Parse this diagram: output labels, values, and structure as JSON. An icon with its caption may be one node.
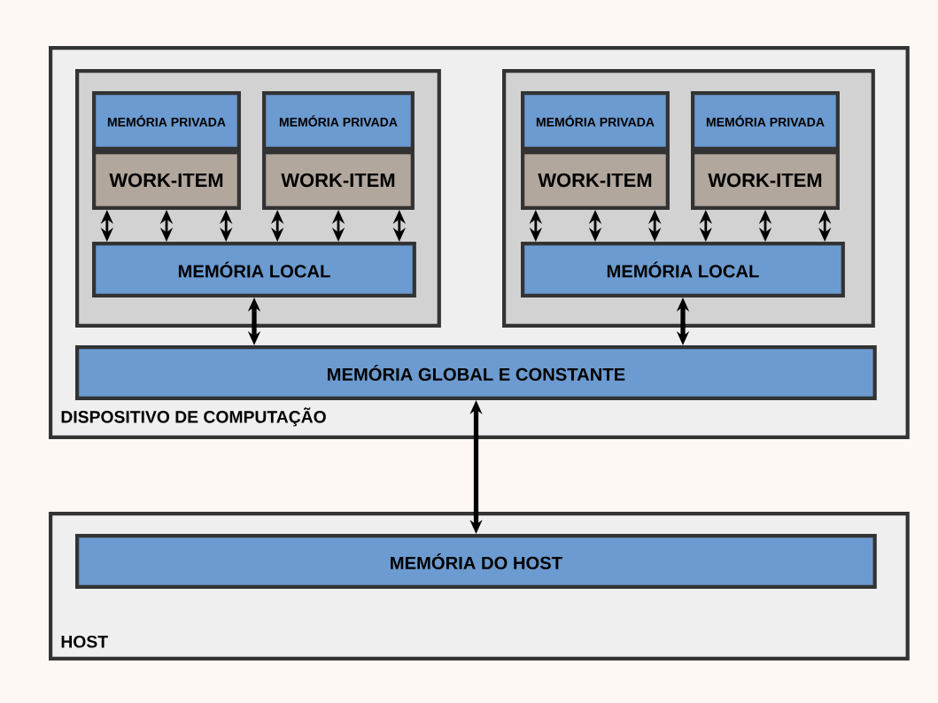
{
  "diagram": {
    "nodes": [
      {
        "text": [
          "DISPOSITIVO DE COMPUTAÇÃO"
        ]
      },
      {
        "text": [],
        "shape": "box",
        "in": 0
      },
      {
        "text": [
          "MEMÓRIA PRIVADA"
        ],
        "in": 1
      },
      {
        "text": [
          "MEMÓRIA PRIVADA"
        ],
        "in": 1
      },
      {
        "text": [
          "WORK-ITEM"
        ],
        "in": 1
      },
      {
        "text": [
          "WORK-ITEM"
        ],
        "in": 1
      },
      {
        "text": [
          "MEMÓRIA LOCAL"
        ],
        "in": 1
      },
      {
        "text": [],
        "shape": "box",
        "in": 0
      },
      {
        "text": [
          "MEMÓRIA PRIVADA"
        ],
        "in": 7
      },
      {
        "text": [
          "MEMÓRIA PRIVADA"
        ],
        "in": 7
      },
      {
        "text": [
          "WORK-ITEM"
        ],
        "in": 7
      },
      {
        "text": [
          "WORK-ITEM"
        ],
        "in": 7
      },
      {
        "text": [
          "MEMÓRIA LOCAL"
        ],
        "in": 7
      },
      {
        "text": [
          "MEMÓRIA GLOBAL E CONSTANTE"
        ],
        "in": 0
      },
      {
        "text": [
          "HOST"
        ]
      },
      {
        "text": [
          "MEMÓRIA DO HOST"
        ],
        "in": 14
      }
    ],
    "edges": [
      {
        "from": 4,
        "to": 6,
        "arrow": "both"
      },
      {
        "from": 4,
        "to": 6,
        "arrow": "both"
      },
      {
        "from": 4,
        "to": 6,
        "arrow": "both"
      },
      {
        "from": 5,
        "to": 6,
        "arrow": "both"
      },
      {
        "from": 5,
        "to": 6,
        "arrow": "both"
      },
      {
        "from": 5,
        "to": 6,
        "arrow": "both"
      },
      {
        "from": 10,
        "to": 12,
        "arrow": "both"
      },
      {
        "from": 10,
        "to": 12,
        "arrow": "both"
      },
      {
        "from": 10,
        "to": 12,
        "arrow": "both"
      },
      {
        "from": 11,
        "to": 12,
        "arrow": "both"
      },
      {
        "from": 11,
        "to": 12,
        "arrow": "both"
      },
      {
        "from": 11,
        "to": 12,
        "arrow": "both"
      },
      {
        "from": 6,
        "to": 13,
        "arrow": "both",
        "style": "thick"
      },
      {
        "from": 12,
        "to": 13,
        "arrow": "both",
        "style": "thick"
      },
      {
        "from": 13,
        "to": 15,
        "arrow": "both",
        "style": "thick"
      }
    ]
  }
}
